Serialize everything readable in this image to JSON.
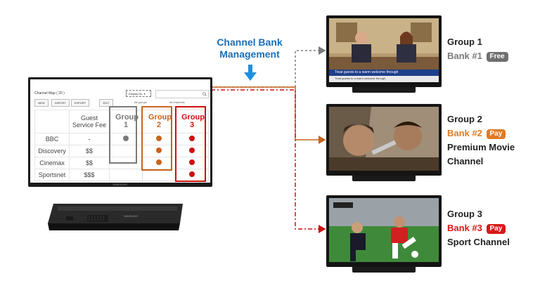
{
  "title": "Channel Bank\nManagement",
  "main_tv": {
    "brand": "SAMSUNG",
    "channel_map": {
      "title": "Channel Map ( 20 )",
      "buttons": [
        "NEW",
        "IMPORT",
        "EXPORT",
        "EDIT"
      ],
      "display_dropdown": "Display No.",
      "small_labels": [
        "All groups",
        "All channels"
      ],
      "column_guest": "Guest Service Fee",
      "groups": [
        "Group 1",
        "Group 2",
        "Group 3"
      ],
      "rows": [
        {
          "name": "BBC",
          "fee": "-",
          "g1": true,
          "g2": true,
          "g3": true
        },
        {
          "name": "Discovery",
          "fee": "$$",
          "g1": false,
          "g2": true,
          "g3": true
        },
        {
          "name": "Cinemax",
          "fee": "$$",
          "g1": false,
          "g2": true,
          "g3": true
        },
        {
          "name": "Sportsnet",
          "fee": "$$$",
          "g1": false,
          "g2": false,
          "g3": true
        }
      ]
    }
  },
  "set_top_box": {
    "brand": "SAMSUNG"
  },
  "tvs": [
    {
      "group": "Group 1",
      "bank": "Bank #1",
      "badge": "Free",
      "description": "",
      "ticker_top": "Treat guests to a warm welcome through",
      "ticker_bottom": "Treat guests to a warm welcome through"
    },
    {
      "group": "Group 2",
      "bank": "Bank #2",
      "badge": "Pay",
      "description": "Premium Movie\nChannel"
    },
    {
      "group": "Group 3",
      "bank": "Bank #3",
      "badge": "Pay",
      "description": "Sport Channel"
    }
  ],
  "colors": {
    "title_blue": "#1a6fb8",
    "arrow_blue": "#1e90e0",
    "group1_gray": "#7a7a7a",
    "group2_orange": "#c8641c",
    "group3_red": "#cc1111",
    "badge_gray": "#6f6f6f",
    "badge_orange": "#e07b24",
    "badge_red": "#d81818"
  },
  "icons": [
    "down-arrow-icon",
    "search-icon"
  ]
}
